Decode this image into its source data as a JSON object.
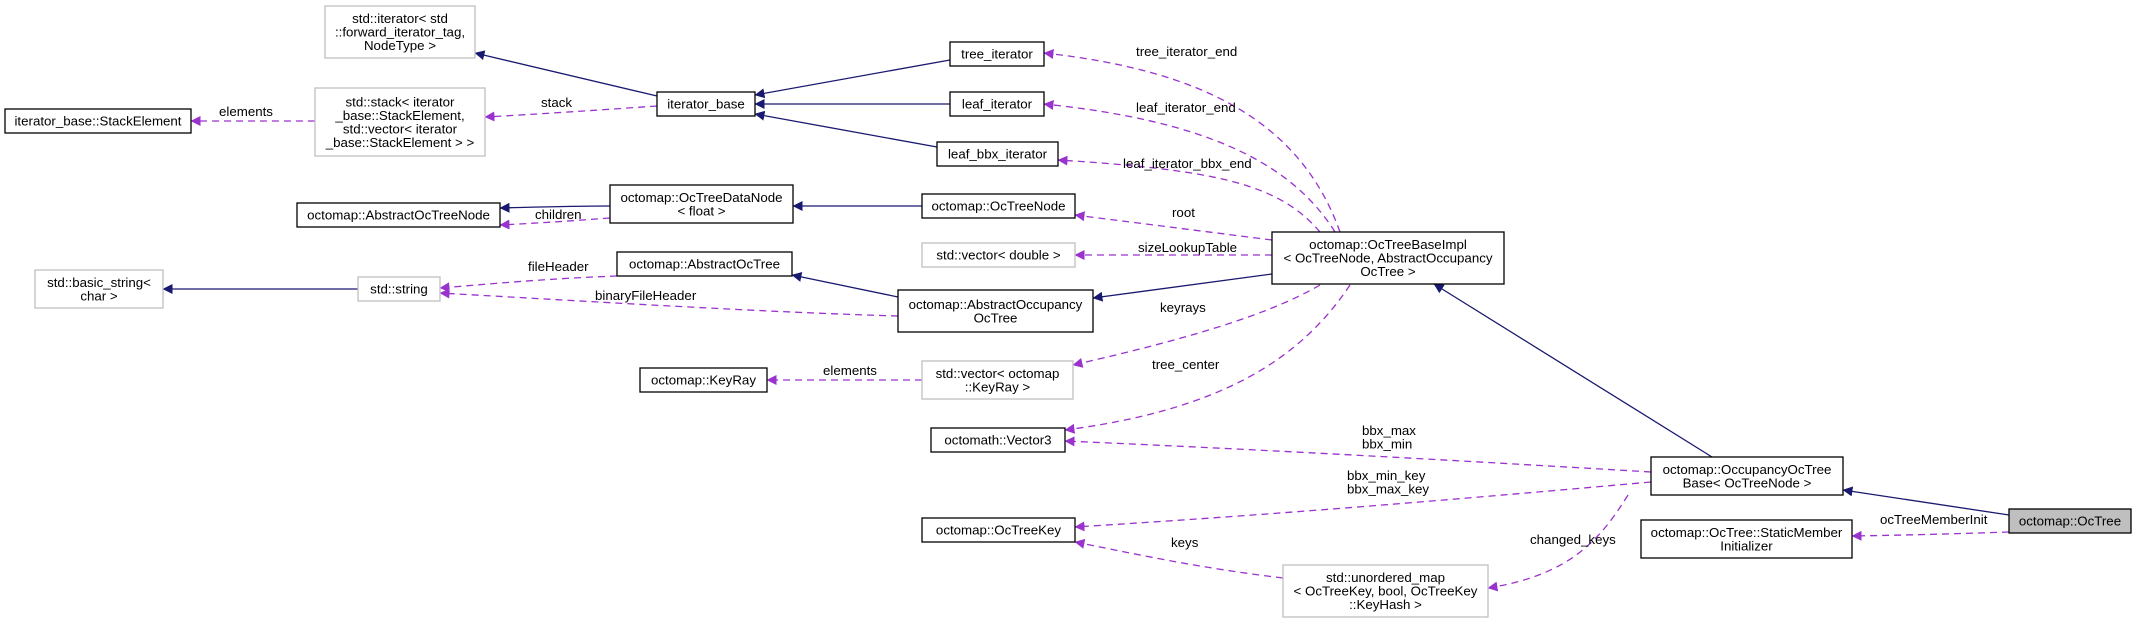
{
  "colors": {
    "inheritance_edge": "#191970",
    "member_edge": "#9a32cd",
    "focus_fill": "#bfbfbf",
    "undocumented_border": "#bfbfbf",
    "documented_border": "#000000"
  },
  "nodes": {
    "std_iterator": {
      "lines": [
        "std::iterator< std",
        "::forward_iterator_tag,",
        "NodeType >"
      ],
      "style": "gray"
    },
    "iterator_base": {
      "lines": [
        "iterator_base"
      ],
      "style": "solid"
    },
    "tree_iterator": {
      "lines": [
        "tree_iterator"
      ],
      "style": "solid"
    },
    "leaf_iterator": {
      "lines": [
        "leaf_iterator"
      ],
      "style": "solid"
    },
    "leaf_bbx_iterator": {
      "lines": [
        "leaf_bbx_iterator"
      ],
      "style": "solid"
    },
    "stack_element": {
      "lines": [
        "iterator_base::StackElement"
      ],
      "style": "solid"
    },
    "std_stack": {
      "lines": [
        "std::stack< iterator",
        "_base::StackElement,",
        "std::vector< iterator",
        "_base::StackElement > >"
      ],
      "style": "gray"
    },
    "abstract_octree_node": {
      "lines": [
        "octomap::AbstractOcTreeNode"
      ],
      "style": "solid"
    },
    "octree_data_node": {
      "lines": [
        "octomap::OcTreeDataNode",
        "< float >"
      ],
      "style": "solid"
    },
    "octree_node": {
      "lines": [
        "octomap::OcTreeNode"
      ],
      "style": "solid"
    },
    "vector_double": {
      "lines": [
        "std::vector< double >"
      ],
      "style": "gray"
    },
    "octree_base_impl": {
      "lines": [
        "octomap::OcTreeBaseImpl",
        "< OcTreeNode, AbstractOccupancy",
        "OcTree >"
      ],
      "style": "solid"
    },
    "basic_string": {
      "lines": [
        "std::basic_string<",
        "char >"
      ],
      "style": "gray"
    },
    "std_string": {
      "lines": [
        "std::string"
      ],
      "style": "gray"
    },
    "abstract_octree": {
      "lines": [
        "octomap::AbstractOcTree"
      ],
      "style": "solid"
    },
    "abstract_occupancy_octree": {
      "lines": [
        "octomap::AbstractOccupancy",
        "OcTree"
      ],
      "style": "solid"
    },
    "keyray": {
      "lines": [
        "octomap::KeyRay"
      ],
      "style": "solid"
    },
    "vector_keyray": {
      "lines": [
        "std::vector< octomap",
        "::KeyRay >"
      ],
      "style": "gray"
    },
    "vector3": {
      "lines": [
        "octomath::Vector3"
      ],
      "style": "solid"
    },
    "occupancy_octree_base": {
      "lines": [
        "octomap::OccupancyOcTree",
        "Base< OcTreeNode >"
      ],
      "style": "solid"
    },
    "octree_key": {
      "lines": [
        "octomap::OcTreeKey"
      ],
      "style": "solid"
    },
    "static_member_init": {
      "lines": [
        "octomap::OcTree::StaticMember",
        "Initializer"
      ],
      "style": "solid"
    },
    "unordered_map": {
      "lines": [
        "std::unordered_map",
        "< OcTreeKey, bool, OcTreeKey",
        "::KeyHash >"
      ],
      "style": "gray"
    },
    "octree": {
      "lines": [
        "octomap::OcTree"
      ],
      "style": "focus"
    }
  },
  "edge_labels": {
    "tree_iterator_end": [
      "tree_iterator_end"
    ],
    "leaf_iterator_end": [
      "leaf_iterator_end"
    ],
    "leaf_iterator_bbx_end": [
      "leaf_iterator_bbx_end"
    ],
    "root": [
      "root"
    ],
    "size_lookup_table": [
      "sizeLookupTable"
    ],
    "keyrays": [
      "keyrays"
    ],
    "tree_center": [
      "tree_center"
    ],
    "stack": [
      "stack"
    ],
    "elements_stack": [
      "elements"
    ],
    "children": [
      "children"
    ],
    "file_header": [
      "fileHeader"
    ],
    "binary_file_header": [
      "binaryFileHeader"
    ],
    "elements_keyray": [
      "elements"
    ],
    "bbx_max_min": [
      "bbx_max",
      "bbx_min"
    ],
    "bbx_min_max_key": [
      "bbx_min_key",
      "bbx_max_key"
    ],
    "keys": [
      "keys"
    ],
    "changed_keys": [
      "changed_keys"
    ],
    "octree_member_init": [
      "ocTreeMemberInit"
    ]
  }
}
